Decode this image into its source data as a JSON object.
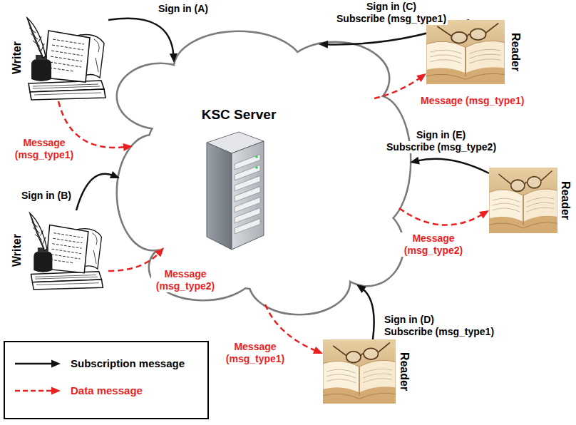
{
  "diagram": {
    "nodes": [
      {
        "text": [
          "Writer"
        ]
      },
      {
        "text": [
          "KSC Server"
        ]
      },
      {
        "text": [
          "Reader"
        ]
      },
      {
        "text": [
          "Reader"
        ]
      },
      {
        "text": [
          "Writer"
        ]
      },
      {
        "text": [
          "Reader"
        ]
      }
    ],
    "edges": [
      {
        "from": 0,
        "to": 1,
        "arrow": "to",
        "label": "Sign in (A)"
      },
      {
        "from": 0,
        "to": 1,
        "arrow": "to",
        "label": "Message (msg_type1)"
      },
      {
        "from": 2,
        "to": 1,
        "arrow": "to",
        "label": "Sign in (C)"
      },
      {
        "from": 1,
        "to": 2,
        "arrow": "to",
        "label": "Message (msg_type1)"
      },
      {
        "from": 3,
        "to": 1,
        "arrow": "to",
        "label": "Sign in (E)"
      },
      {
        "from": 1,
        "to": 3,
        "arrow": "to",
        "label": "Message (msg_type2)"
      },
      {
        "from": 4,
        "to": 1,
        "arrow": "to",
        "label": "Sign in (B)"
      },
      {
        "from": 4,
        "to": 1,
        "arrow": "to",
        "label": "Message (msg_type2)"
      },
      {
        "from": 5,
        "to": 1,
        "arrow": "to",
        "label": "Sign in (D)"
      },
      {
        "from": 1,
        "to": 5,
        "arrow": "to",
        "label": "Message (msg_type1)"
      }
    ],
    "labels": [
      "Subscribe (msg_type1)",
      "Subscribe (msg_type2)",
      "Subscribe (msg_type1)"
    ],
    "legend": [
      {
        "text": "Subscription message"
      },
      {
        "text": "Data message"
      }
    ]
  }
}
